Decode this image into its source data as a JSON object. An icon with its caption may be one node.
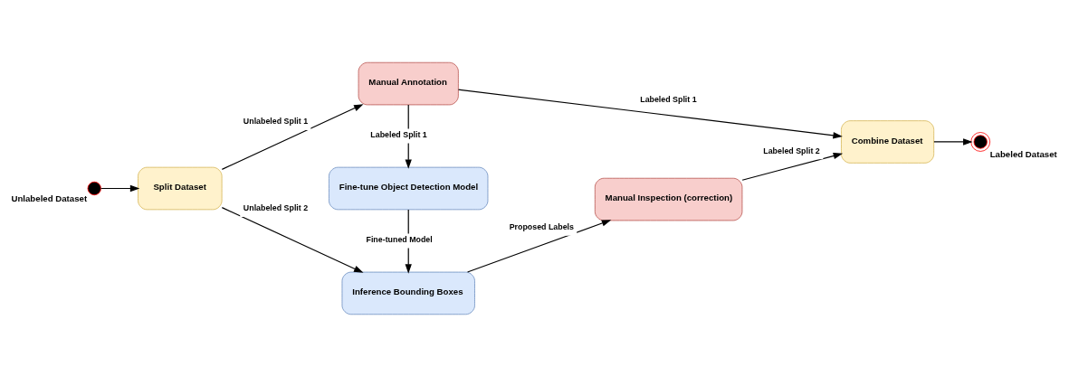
{
  "diagram": {
    "nodes": [
      {
        "text": [],
        "shape": "circle",
        "beside": [
          "Unlabeled Dataset"
        ]
      },
      {
        "text": [
          "Split Dataset"
        ]
      },
      {
        "text": [
          "Manual Annotation"
        ]
      },
      {
        "text": [
          "Fine-tune Object Detection Model"
        ]
      },
      {
        "text": [
          "Inference Bounding Boxes"
        ]
      },
      {
        "text": [
          "Manual Inspection (correction)"
        ]
      },
      {
        "text": [
          "Combine Dataset"
        ]
      },
      {
        "text": [],
        "shape": "circle",
        "beside": [
          "Labeled Dataset"
        ]
      }
    ],
    "edges": [
      {
        "from": 0,
        "to": 1,
        "arrow": "to"
      },
      {
        "from": 1,
        "to": 2,
        "arrow": "to",
        "label": "Unlabeled Split 1"
      },
      {
        "from": 1,
        "to": 4,
        "arrow": "to",
        "label": "Unlabeled Split 2"
      },
      {
        "from": 2,
        "to": 3,
        "arrow": "to",
        "label": "Labeled Split 1"
      },
      {
        "from": 3,
        "to": 4,
        "arrow": "to",
        "label": "Fine-tuned Model"
      },
      {
        "from": 4,
        "to": 5,
        "arrow": "to",
        "label": "Proposed Labels"
      },
      {
        "from": 2,
        "to": 6,
        "arrow": "to",
        "label": "Labeled Split 1"
      },
      {
        "from": 5,
        "to": 6,
        "arrow": "to",
        "label": "Labeled Split 2"
      },
      {
        "from": 6,
        "to": 7,
        "arrow": "to"
      }
    ]
  }
}
